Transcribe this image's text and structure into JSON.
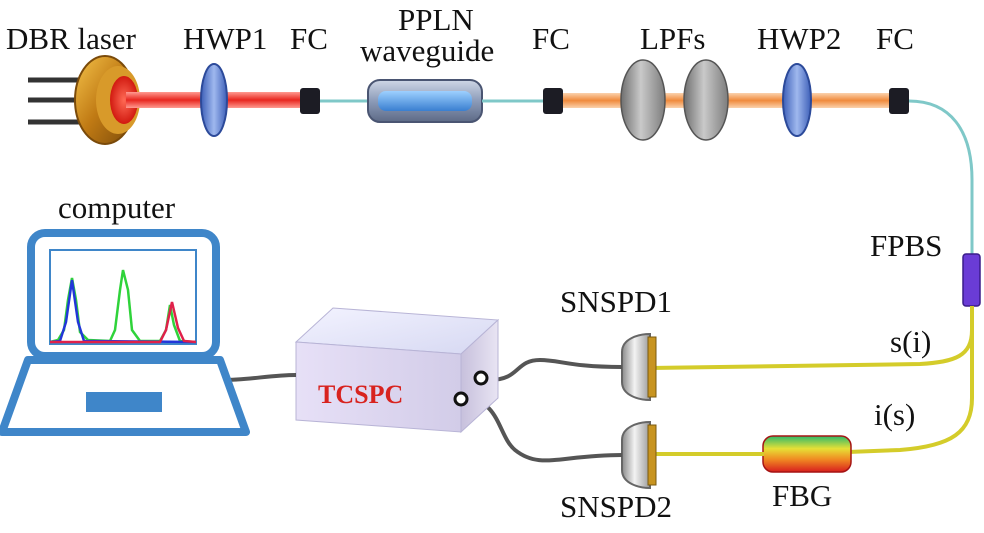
{
  "labels": {
    "dbr_laser": "DBR laser",
    "hwp1": "HWP1",
    "fc1": "FC",
    "ppln_line1": "PPLN",
    "ppln_line2": "waveguide",
    "fc2": "FC",
    "lpfs": "LPFs",
    "hwp2": "HWP2",
    "fc3": "FC",
    "computer": "computer",
    "fpbs": "FPBS",
    "snspd1": "SNSPD1",
    "snspd2": "SNSPD2",
    "s_i": "s(i)",
    "i_s": "i(s)",
    "tcspc": "TCSPC",
    "fbg": "FBG"
  },
  "colors": {
    "red_beam": "#e8261f",
    "orange_beam": "#f08a3c",
    "fiber_cyan": "#7fc8c8",
    "fiber_yellow": "#d4cc2a",
    "monitor_blue": "#3f86c9",
    "trace_blue": "#2236d8",
    "trace_green": "#2fd33a",
    "trace_red": "#e0204a",
    "fpbs_purple": "#6a3cd6",
    "tcspc_text": "#d8231f"
  }
}
